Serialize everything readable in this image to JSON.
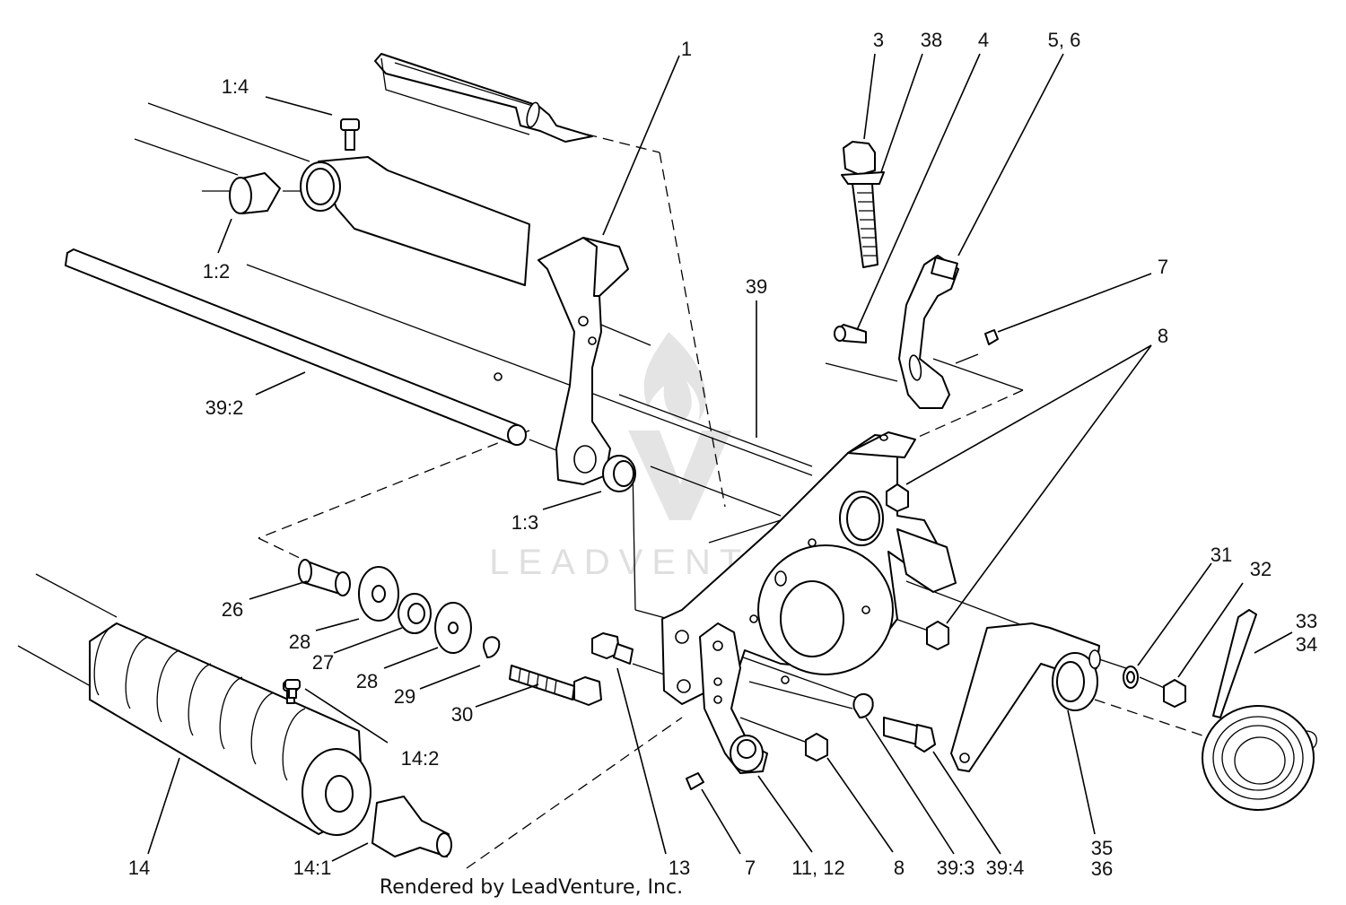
{
  "diagram": {
    "callouts": {
      "c1": "1",
      "c1_4": "1:4",
      "c1_2": "1:2",
      "c1_3": "1:3",
      "c3": "3",
      "c38": "38",
      "c4": "4",
      "c5_6": "5, 6",
      "c7_top": "7",
      "c8_top": "8",
      "c39": "39",
      "c39_2": "39:2",
      "c26": "26",
      "c28_a": "28",
      "c27": "27",
      "c28_b": "28",
      "c29": "29",
      "c30": "30",
      "c14_2": "14:2",
      "c14": "14",
      "c14_1": "14:1",
      "c13": "13",
      "c7_bottom": "7",
      "c11_12": "11, 12",
      "c8_bottom": "8",
      "c39_3": "39:3",
      "c39_4": "39:4",
      "c35": "35",
      "c36": "36",
      "c31": "31",
      "c32": "32",
      "c33": "33",
      "c34": "34"
    },
    "credit": "Rendered by LeadVenture, Inc.",
    "watermark": "LEADVENTURE"
  }
}
